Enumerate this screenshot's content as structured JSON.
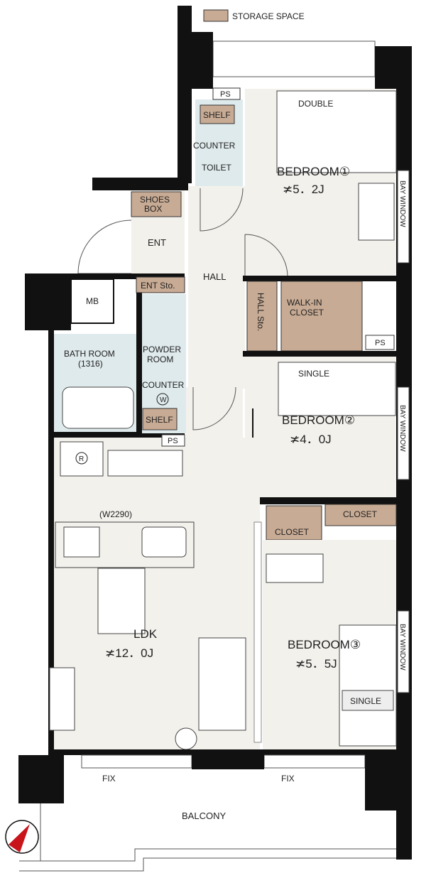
{
  "legend": {
    "label": "STORAGE SPACE",
    "color": "#c8ab94"
  },
  "rooms": {
    "bedroom1": {
      "name": "BEDROOM①",
      "size": "≭5．2J",
      "bed": "DOUBLE",
      "window": "BAY WINDOW"
    },
    "bedroom2": {
      "name": "BEDROOM②",
      "size": "≭4．0J",
      "bed": "SINGLE",
      "window": "BAY WINDOW"
    },
    "bedroom3": {
      "name": "BEDROOM③",
      "size": "≭5．5J",
      "bed": "SINGLE",
      "bed_label": "SINGLE",
      "window": "BAY WINDOW"
    },
    "ldk": {
      "name": "LDK",
      "size": "≭12．0J",
      "kitchen_width": "(W2290)",
      "fridge": "R"
    },
    "toilet": {
      "name": "TOILET",
      "shelf": "SHELF",
      "counter": "COUNTER",
      "ps": "PS"
    },
    "entrance": {
      "name": "ENT",
      "shoes_box_line1": "SHOES",
      "shoes_box_line2": "BOX",
      "storage": "ENT Sto.",
      "mb": "MB"
    },
    "hall": {
      "name": "HALL",
      "storage": "HALL Sto."
    },
    "walk_in_closet": {
      "line1": "WALK-IN",
      "line2": "CLOSET",
      "ps": "PS"
    },
    "bathroom": {
      "name": "BATH ROOM",
      "size": "(1316)"
    },
    "powder_room": {
      "line1": "POWDER",
      "line2": "ROOM",
      "counter": "COUNTER",
      "washer": "W",
      "shelf": "SHELF",
      "ps": "PS"
    },
    "closets": {
      "closet_a": "CLOSET",
      "closet_b": "CLOSET"
    },
    "balcony": {
      "name": "BALCONY",
      "fix_left": "FIX",
      "fix_right": "FIX"
    }
  }
}
